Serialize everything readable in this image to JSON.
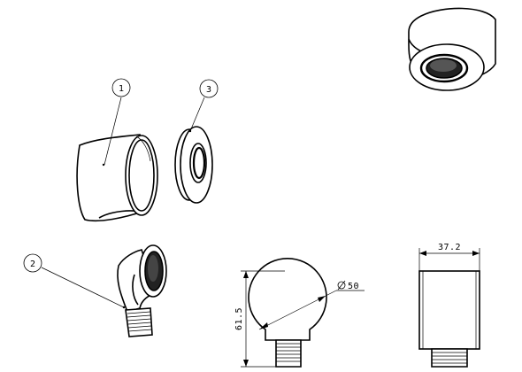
{
  "callouts": [
    {
      "label": "1",
      "part": "body-sleeve"
    },
    {
      "label": "2",
      "part": "elbow-outlet"
    },
    {
      "label": "3",
      "part": "flange-washer"
    }
  ],
  "dimensions": {
    "diameter": "50",
    "height": "61.5",
    "width": "37.2"
  },
  "colors": {
    "line": "#000000",
    "background": "#ffffff"
  }
}
